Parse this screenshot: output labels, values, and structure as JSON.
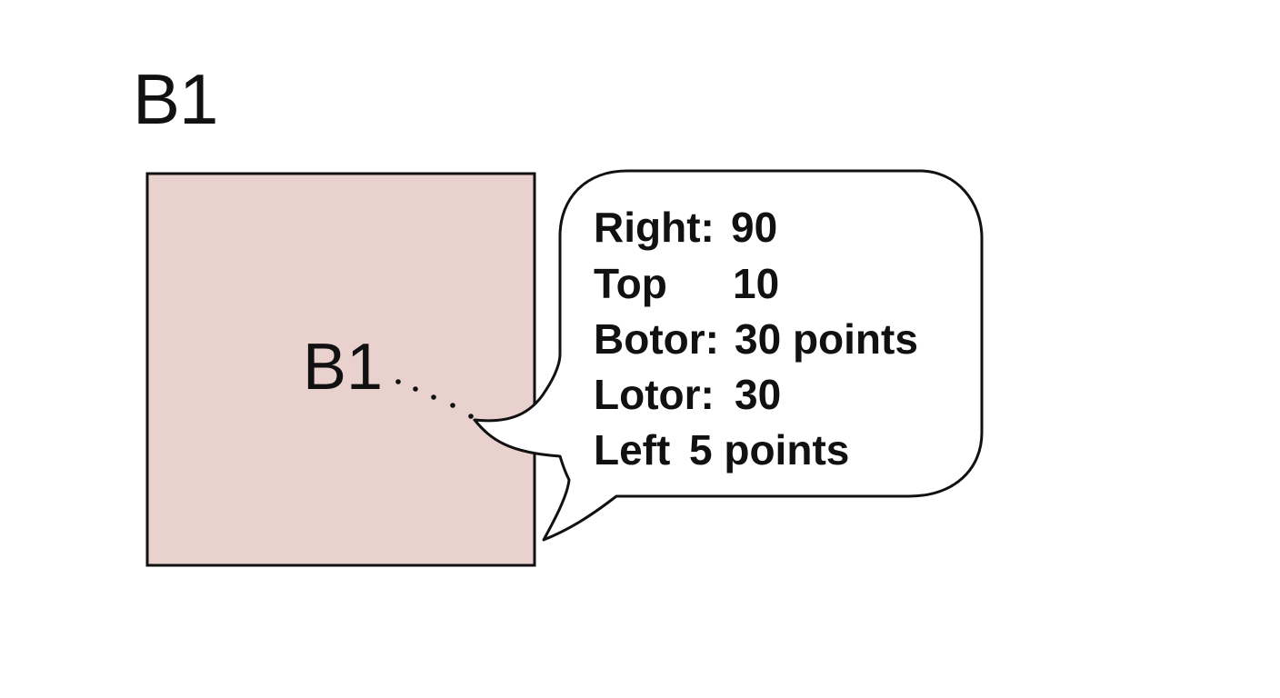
{
  "title": "B1",
  "box": {
    "label": "B1",
    "fill_color": "#e9d2cd",
    "border_color": "#111111"
  },
  "callout": {
    "rows": [
      {
        "key": "Right:",
        "value": "90"
      },
      {
        "key": "Top",
        "value": "10"
      },
      {
        "key": "Botor:",
        "value": "30 points"
      },
      {
        "key": "Lotor:",
        "value": "30"
      },
      {
        "key": "Left",
        "value": "5 points"
      }
    ],
    "fill_color": "#ffffff",
    "border_color": "#111111"
  }
}
